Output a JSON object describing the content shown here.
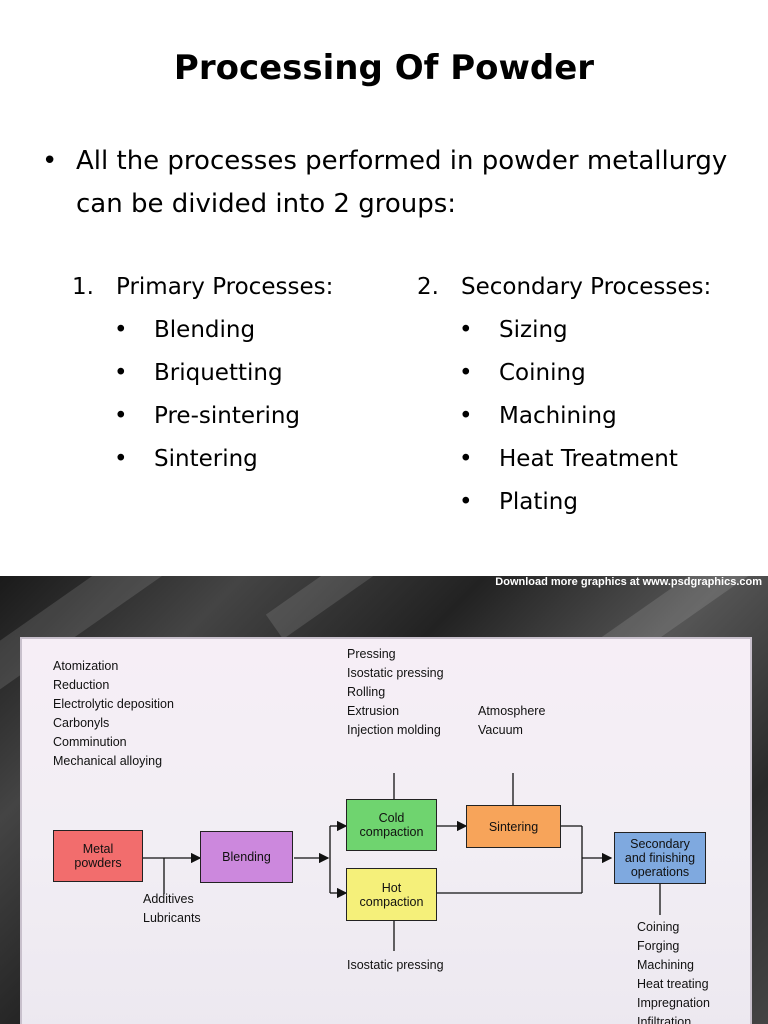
{
  "slide": {
    "title": "Processing Of Powder",
    "bullet_char": "•",
    "intro": "All the processes performed in powder metallurgy can be divided into 2 groups:",
    "groups": [
      {
        "number": "1.",
        "heading": "Primary Processes:",
        "items": [
          "Blending",
          "Briquetting",
          "Pre-sintering",
          "Sintering"
        ]
      },
      {
        "number": "2.",
        "heading": "Secondary Processes:",
        "items": [
          "Sizing",
          "Coining",
          "Machining",
          "Heat Treatment",
          "Plating"
        ]
      }
    ]
  },
  "diagram": {
    "credit": "Download more graphics at www.psdgraphics.com",
    "powder_methods": [
      "Atomization",
      "Reduction",
      "Electrolytic deposition",
      "Carbonyls",
      "Comminution",
      "Mechanical alloying"
    ],
    "compaction_methods": [
      "Pressing",
      "Isostatic pressing",
      "Rolling",
      "Extrusion",
      "Injection molding"
    ],
    "sintering_conditions": [
      "Atmosphere",
      "Vacuum"
    ],
    "boxes": {
      "metal_powders": "Metal powders",
      "blending": "Blending",
      "cold_compaction": "Cold compaction",
      "hot_compaction": "Hot compaction",
      "sintering": "Sintering",
      "secondary": "Secondary and finishing operations"
    },
    "additives": [
      "Additives",
      "Lubricants"
    ],
    "hot_method": "Isostatic pressing",
    "finishing_ops": [
      "Coining",
      "Forging",
      "Machining",
      "Heat treating",
      "Impregnation",
      "Infiltration"
    ],
    "colors": {
      "metal_powders": "#f26d6d",
      "blending": "#cc88dd",
      "cold_compaction": "#6fd46f",
      "hot_compaction": "#f5f07a",
      "sintering": "#f7a45a",
      "secondary": "#7fa9df"
    }
  }
}
